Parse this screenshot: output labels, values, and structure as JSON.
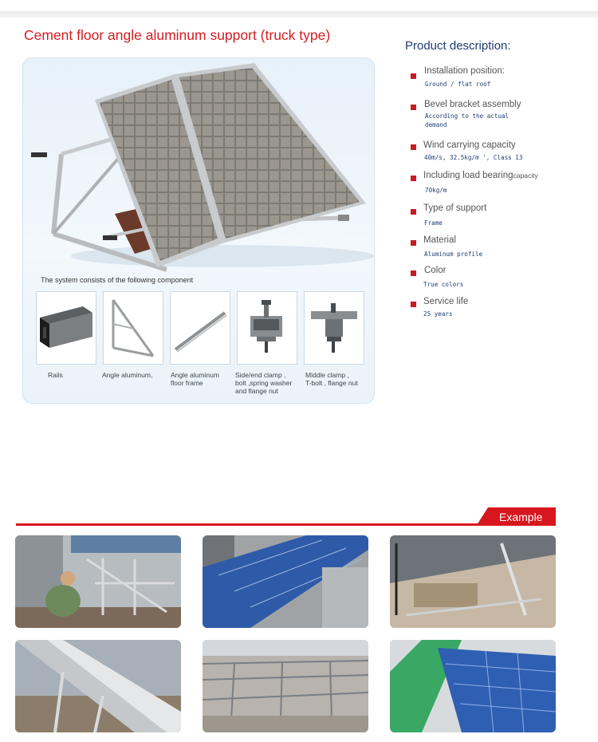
{
  "page": {
    "title": "Cement floor angle aluminum support (truck type)",
    "system_caption": "The system consists of the following component"
  },
  "components": [
    {
      "label": "Rails",
      "icon": "rail-profile-icon"
    },
    {
      "label": "Angle aluminum,",
      "icon": "triangle-bracket-icon"
    },
    {
      "label": "Angle aluminum\n floor frame",
      "icon": "angle-bar-icon"
    },
    {
      "label": "Side/end clamp ,\nbolt ,spring washer\nand flange nut",
      "icon": "end-clamp-icon"
    },
    {
      "label": "Middle clamp ,\nT-bolt , flange nut",
      "icon": "mid-clamp-icon"
    }
  ],
  "description": {
    "title": "Product description:",
    "items": [
      {
        "label": "Installation position:",
        "label_small": "",
        "value": "Ground / flat roof"
      },
      {
        "label": "Bevel bracket assembly",
        "label_small": "",
        "value": "According to the actual\ndemand"
      },
      {
        "label": "Wind carrying capacity",
        "label_small": "",
        "value": "40m/s, 32.5kg/m ', Class 13"
      },
      {
        "label": "Including load bearing",
        "label_small": "capacity",
        "value": "70kg/m"
      },
      {
        "label": "Type of support",
        "label_small": "",
        "value": "Frame"
      },
      {
        "label": "Material",
        "label_small": "",
        "value": "Aluminum profile"
      },
      {
        "label": "Color",
        "label_small": "",
        "value": "True colors"
      },
      {
        "label": "Service life",
        "label_small": "",
        "value": "25 years"
      }
    ]
  },
  "example": {
    "label": "Example"
  },
  "colors": {
    "title_red": "#d21d22",
    "accent_red": "#d8161d",
    "desc_blue": "#1f3d73"
  }
}
